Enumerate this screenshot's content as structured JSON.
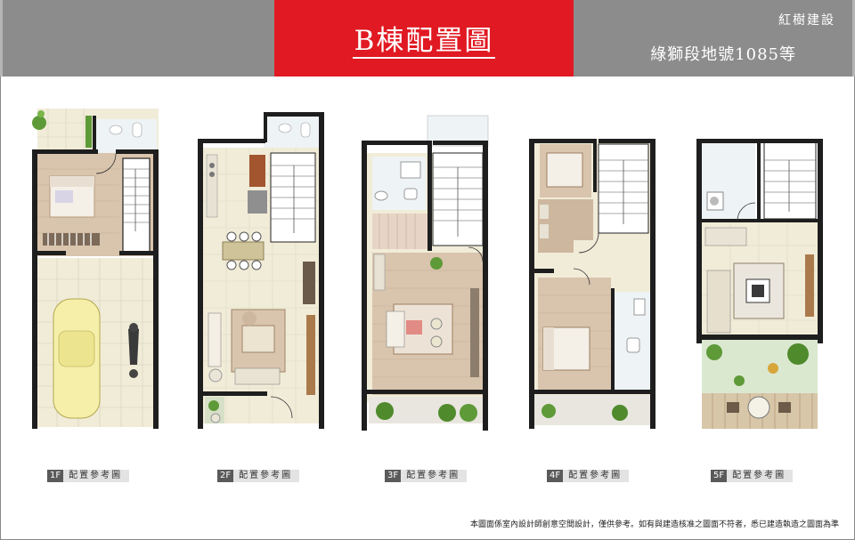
{
  "header": {
    "title": "B棟配置圖",
    "developer": "紅樹建設",
    "lot_number": "綠獅段地號1085等"
  },
  "floors": [
    {
      "tag": "1F",
      "label": "配置參考圖"
    },
    {
      "tag": "2F",
      "label": "配置參考圖"
    },
    {
      "tag": "3F",
      "label": "配置參考圖"
    },
    {
      "tag": "4F",
      "label": "配置參考圖"
    },
    {
      "tag": "5F",
      "label": "配置參考圖"
    }
  ],
  "footnote": "本圖面係室內設計師創意空間設計，僅供參考。如有與建造核准之圖面不符者，悉已建造執造之圖面為準",
  "colors": {
    "banner_gray": "#8c8c8c",
    "title_red": "#e01922",
    "wall": "#1e1e1e",
    "floor_tile": "#f1ecd8",
    "wood_floor": "#d9c4ad",
    "greenery": "#5e9a38"
  }
}
